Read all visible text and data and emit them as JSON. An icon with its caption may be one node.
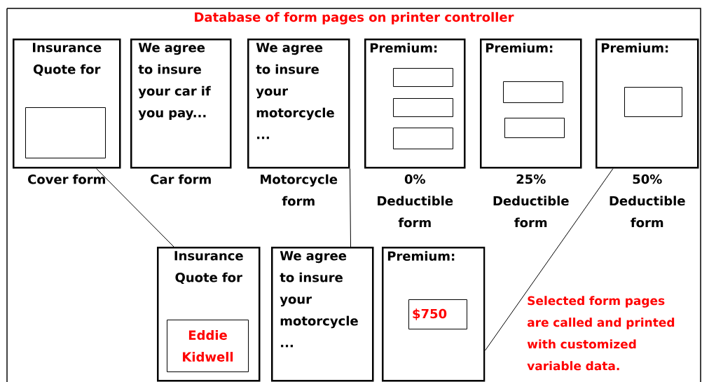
{
  "diagram": {
    "title": "Database of form pages on printer controller",
    "nodes": [
      {
        "text": [
          "Insurance Quote for"
        ],
        "beside": [
          "Cover form"
        ]
      },
      {
        "text": [],
        "shape": "box",
        "in": 0
      },
      {
        "text": [
          "We agree to insure your car if you pay..."
        ],
        "beside": [
          "Car form"
        ]
      },
      {
        "text": [
          "We agree to insure your motorcycle ..."
        ],
        "beside": [
          "Motorcycle form"
        ]
      },
      {
        "text": [
          "Premium:"
        ],
        "beside": [
          "0% Deductible form"
        ]
      },
      {
        "text": [],
        "shape": "box",
        "in": 4
      },
      {
        "text": [],
        "shape": "box",
        "in": 4
      },
      {
        "text": [],
        "shape": "box",
        "in": 4
      },
      {
        "text": [
          "Premium:"
        ],
        "beside": [
          "25% Deductible form"
        ]
      },
      {
        "text": [],
        "shape": "box",
        "in": 8
      },
      {
        "text": [],
        "shape": "box",
        "in": 8
      },
      {
        "text": [
          "Premium:"
        ],
        "beside": [
          "50% Deductible form"
        ]
      },
      {
        "text": [],
        "shape": "box",
        "in": 11
      },
      {
        "text": [
          "Insurance Quote for"
        ]
      },
      {
        "text": [
          "Eddie Kidwell"
        ],
        "in": 13
      },
      {
        "text": [
          "We agree to insure your motorcycle ..."
        ]
      },
      {
        "text": [
          "Premium:"
        ]
      },
      {
        "text": [
          "$750"
        ],
        "in": 16
      }
    ],
    "edges": [
      {
        "from": 0,
        "to": 13,
        "arrow": "none"
      },
      {
        "from": 3,
        "to": 15,
        "arrow": "none"
      },
      {
        "from": 11,
        "to": 16,
        "arrow": "none"
      }
    ],
    "labels": [
      "Selected form pages are called and printed with customized variable data."
    ]
  }
}
